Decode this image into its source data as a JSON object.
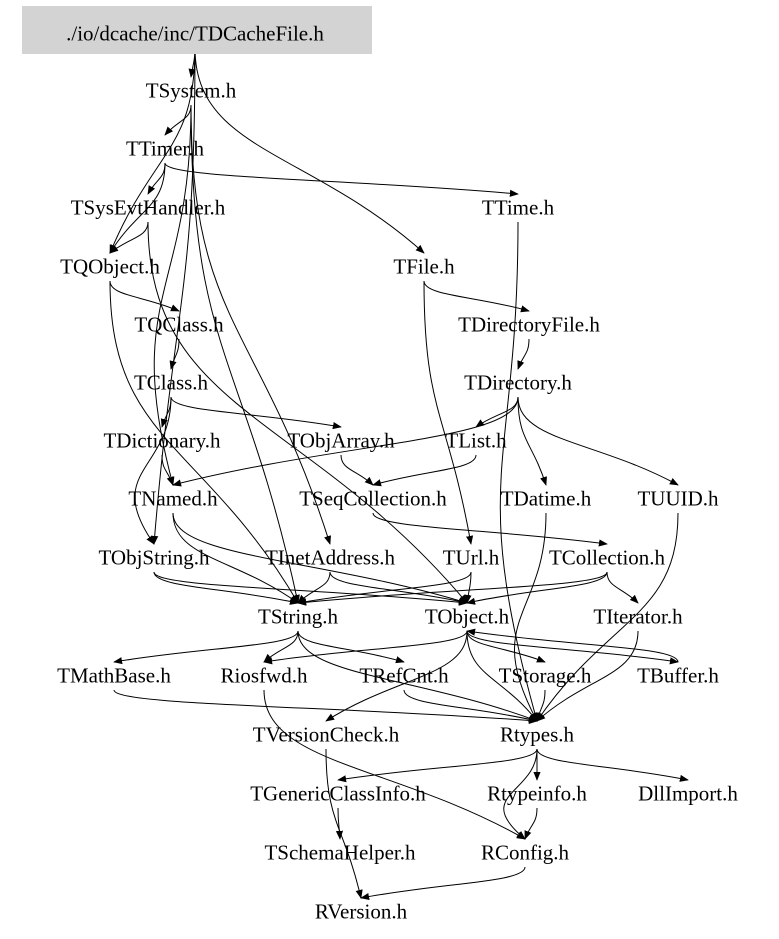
{
  "root": {
    "id": "root",
    "label": "./io/dcache/inc/TDCacheFile.h",
    "fill": "#d3d3d3"
  },
  "nodes": [
    {
      "id": "TSystem",
      "label": "TSystem.h"
    },
    {
      "id": "TTimer",
      "label": "TTimer.h"
    },
    {
      "id": "TTime",
      "label": "TTime.h"
    },
    {
      "id": "TSysEvtHandler",
      "label": "TSysEvtHandler.h"
    },
    {
      "id": "TQObject",
      "label": "TQObject.h"
    },
    {
      "id": "TFile",
      "label": "TFile.h"
    },
    {
      "id": "TQClass",
      "label": "TQClass.h"
    },
    {
      "id": "TDirectoryFile",
      "label": "TDirectoryFile.h"
    },
    {
      "id": "TClass",
      "label": "TClass.h"
    },
    {
      "id": "TDirectory",
      "label": "TDirectory.h"
    },
    {
      "id": "TDictionary",
      "label": "TDictionary.h"
    },
    {
      "id": "TObjArray",
      "label": "TObjArray.h"
    },
    {
      "id": "TList",
      "label": "TList.h"
    },
    {
      "id": "TNamed",
      "label": "TNamed.h"
    },
    {
      "id": "TSeqCollection",
      "label": "TSeqCollection.h"
    },
    {
      "id": "TDatime",
      "label": "TDatime.h"
    },
    {
      "id": "TUUID",
      "label": "TUUID.h"
    },
    {
      "id": "TObjString",
      "label": "TObjString.h"
    },
    {
      "id": "TInetAddress",
      "label": "TInetAddress.h"
    },
    {
      "id": "TUrl",
      "label": "TUrl.h"
    },
    {
      "id": "TCollection",
      "label": "TCollection.h"
    },
    {
      "id": "TString",
      "label": "TString.h"
    },
    {
      "id": "TObject",
      "label": "TObject.h"
    },
    {
      "id": "TIterator",
      "label": "TIterator.h"
    },
    {
      "id": "TMathBase",
      "label": "TMathBase.h"
    },
    {
      "id": "Riosfwd",
      "label": "Riosfwd.h"
    },
    {
      "id": "TRefCnt",
      "label": "TRefCnt.h"
    },
    {
      "id": "TStorage",
      "label": "TStorage.h"
    },
    {
      "id": "TBuffer",
      "label": "TBuffer.h"
    },
    {
      "id": "TVersionCheck",
      "label": "TVersionCheck.h"
    },
    {
      "id": "Rtypes",
      "label": "Rtypes.h"
    },
    {
      "id": "TGenericClassInfo",
      "label": "TGenericClassInfo.h"
    },
    {
      "id": "Rtypeinfo",
      "label": "Rtypeinfo.h"
    },
    {
      "id": "DllImport",
      "label": "DllImport.h"
    },
    {
      "id": "TSchemaHelper",
      "label": "TSchemaHelper.h"
    },
    {
      "id": "RConfig",
      "label": "RConfig.h"
    },
    {
      "id": "RVersion",
      "label": "RVersion.h"
    }
  ],
  "edges": [
    [
      "root",
      "TSystem"
    ],
    [
      "root",
      "TFile"
    ],
    [
      "root",
      "TQObject"
    ],
    [
      "root",
      "TObjString"
    ],
    [
      "TSystem",
      "TTimer"
    ],
    [
      "TSystem",
      "TNamed"
    ],
    [
      "TSystem",
      "TInetAddress"
    ],
    [
      "TSystem",
      "TString"
    ],
    [
      "TTimer",
      "TSysEvtHandler"
    ],
    [
      "TTimer",
      "TTime"
    ],
    [
      "TTimer",
      "TQObject"
    ],
    [
      "TSysEvtHandler",
      "TQObject"
    ],
    [
      "TSysEvtHandler",
      "TObject"
    ],
    [
      "TQObject",
      "TQClass"
    ],
    [
      "TQObject",
      "TString"
    ],
    [
      "TQClass",
      "TClass"
    ],
    [
      "TClass",
      "TDictionary"
    ],
    [
      "TClass",
      "TObjArray"
    ],
    [
      "TClass",
      "TObjString"
    ],
    [
      "TDictionary",
      "TNamed"
    ],
    [
      "TFile",
      "TDirectoryFile"
    ],
    [
      "TFile",
      "TUrl"
    ],
    [
      "TDirectoryFile",
      "TDirectory"
    ],
    [
      "TDirectory",
      "TList"
    ],
    [
      "TDirectory",
      "TDatime"
    ],
    [
      "TDirectory",
      "TUUID"
    ],
    [
      "TDirectory",
      "TNamed"
    ],
    [
      "TList",
      "TSeqCollection"
    ],
    [
      "TObjArray",
      "TSeqCollection"
    ],
    [
      "TSeqCollection",
      "TCollection"
    ],
    [
      "TNamed",
      "TString"
    ],
    [
      "TNamed",
      "TObject"
    ],
    [
      "TObjString",
      "TString"
    ],
    [
      "TObjString",
      "TObject"
    ],
    [
      "TInetAddress",
      "TString"
    ],
    [
      "TInetAddress",
      "TObject"
    ],
    [
      "TUrl",
      "TString"
    ],
    [
      "TUrl",
      "TObject"
    ],
    [
      "TCollection",
      "TObject"
    ],
    [
      "TCollection",
      "TIterator"
    ],
    [
      "TCollection",
      "TString"
    ],
    [
      "TTime",
      "Rtypes"
    ],
    [
      "TUUID",
      "Rtypes"
    ],
    [
      "TDatime",
      "Rtypes"
    ],
    [
      "TString",
      "TMathBase"
    ],
    [
      "TString",
      "Riosfwd"
    ],
    [
      "TString",
      "TRefCnt"
    ],
    [
      "TString",
      "Rtypes"
    ],
    [
      "TObject",
      "Riosfwd"
    ],
    [
      "TObject",
      "TVersionCheck"
    ],
    [
      "TObject",
      "TStorage"
    ],
    [
      "TObject",
      "TBuffer"
    ],
    [
      "TObject",
      "Rtypes"
    ],
    [
      "TIterator",
      "Rtypes"
    ],
    [
      "TBuffer",
      "TObject"
    ],
    [
      "TMathBase",
      "Rtypes"
    ],
    [
      "TRefCnt",
      "Rtypes"
    ],
    [
      "TStorage",
      "Rtypes"
    ],
    [
      "TVersionCheck",
      "RVersion"
    ],
    [
      "Riosfwd",
      "RConfig"
    ],
    [
      "Rtypes",
      "TGenericClassInfo"
    ],
    [
      "Rtypes",
      "Rtypeinfo"
    ],
    [
      "Rtypes",
      "DllImport"
    ],
    [
      "Rtypes",
      "RConfig"
    ],
    [
      "TGenericClassInfo",
      "TSchemaHelper"
    ],
    [
      "Rtypeinfo",
      "RConfig"
    ],
    [
      "RConfig",
      "RVersion"
    ]
  ]
}
